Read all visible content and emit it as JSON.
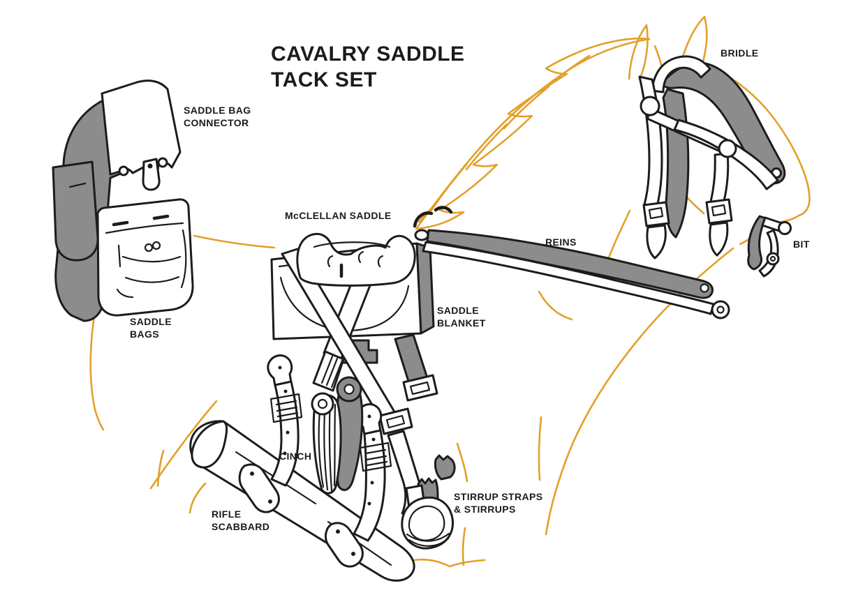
{
  "title": {
    "text": "CAVALRY SADDLE\nTACK SET"
  },
  "colors": {
    "canvas_white": "#ffffff",
    "outline_black": "#1c1c1c",
    "label_text": "#1b1b1b",
    "horse_orange": "#e2a029",
    "tack_gray": "#8c8c8c",
    "fill_white": "#ffffff"
  },
  "diagram": {
    "labels": {
      "saddle_bag_connector": "SADDLE BAG\nCONNECTOR",
      "saddle_bags": "SADDLE\nBAGS",
      "mcclellan_saddle": "McCLELLAN SADDLE",
      "saddle_blanket": "SADDLE\nBLANKET",
      "bridle": "BRIDLE",
      "bit": "BIT",
      "reins": "REINS",
      "cinch": "CINCH",
      "rifle_scabbard": "RIFLE\nSCABBARD",
      "stirrup_straps": "STIRRUP STRAPS\n& STIRRUPS"
    }
  }
}
